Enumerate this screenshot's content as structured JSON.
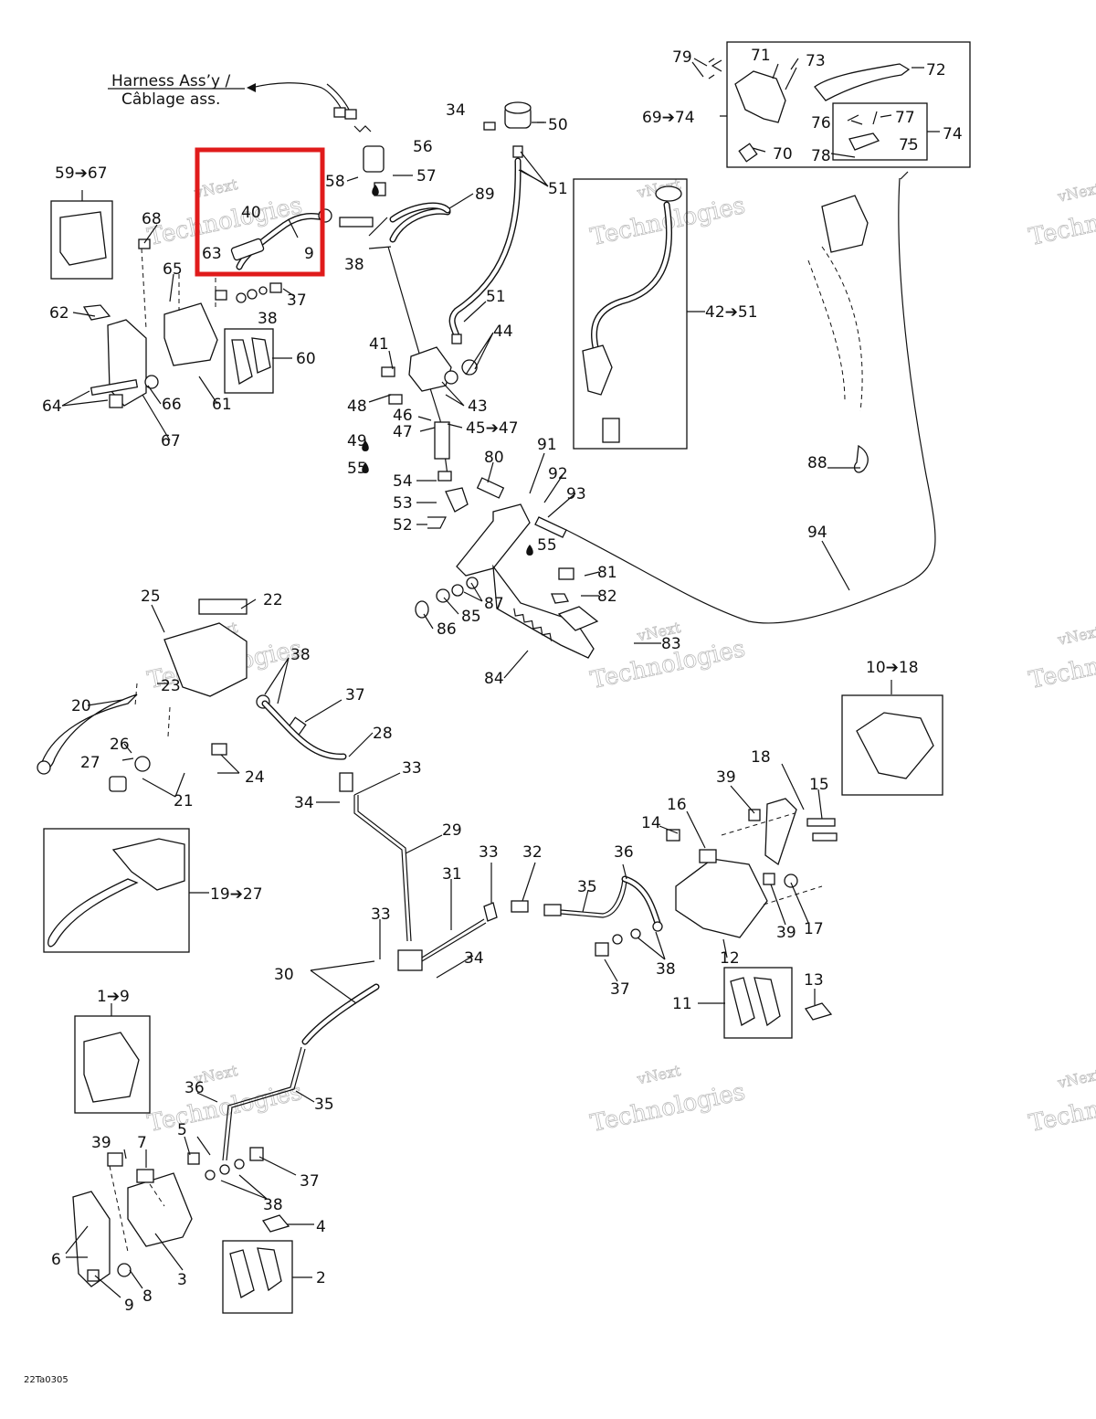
{
  "diagram": {
    "harness_label": [
      "Harness Ass’y /",
      "Câblage ass."
    ],
    "drawing_code": "22Ta0305",
    "watermark": [
      "vNext",
      "Technologies",
      "vNext Technologies"
    ],
    "highlight_color": "#e01b1b",
    "callouts": {
      "c79": "79",
      "c71": "71",
      "c73": "73",
      "c72": "72",
      "c69_74": "69➔74",
      "c76": "76",
      "c77": "77",
      "c74": "74",
      "c75": "75",
      "c70": "70",
      "c78": "78",
      "c34a": "34",
      "c50": "50",
      "c51a": "51",
      "c56": "56",
      "c58": "58",
      "c57": "57",
      "c89": "89",
      "c40": "40",
      "c9a": "9",
      "c63": "63",
      "c38a": "38",
      "c37a": "37",
      "c38b": "38",
      "c59_67": "59➔67",
      "c68": "68",
      "c65": "65",
      "c62": "62",
      "c60": "60",
      "c64": "64",
      "c66": "66",
      "c61": "61",
      "c67": "67",
      "c51b": "51",
      "c44": "44",
      "c42_51": "42➔51",
      "c41": "41",
      "c48": "48",
      "c43": "43",
      "c46": "46",
      "c47": "47",
      "c45_47": "45➔47",
      "c49": "49",
      "c55a": "55",
      "c54": "54",
      "c53": "53",
      "c52": "52",
      "c80": "80",
      "c91": "91",
      "c92": "92",
      "c93": "93",
      "c55b": "55",
      "c81": "81",
      "c82": "82",
      "c87": "87",
      "c85": "85",
      "c86": "86",
      "c84": "84",
      "c83": "83",
      "c88": "88",
      "c94": "94",
      "c25": "25",
      "c22": "22",
      "c38c": "38",
      "c23": "23",
      "c20": "20",
      "c37b": "37",
      "c28": "28",
      "c26": "26",
      "c27": "27",
      "c24": "24",
      "c21": "21",
      "c33a": "33",
      "c34b": "34",
      "c29": "29",
      "c19_27": "19➔27",
      "c10_18": "10➔18",
      "c18": "18",
      "c15": "15",
      "c39a": "39",
      "c16": "16",
      "c14": "14",
      "c36": "36",
      "c33b": "33",
      "c32": "32",
      "c31": "31",
      "c35a": "35",
      "c33c": "33",
      "c34c": "34",
      "c39b": "39",
      "c17": "17",
      "c12": "12",
      "c38d": "38",
      "c37c": "37",
      "c30": "30",
      "c13": "13",
      "c11": "11",
      "c1_9": "1➔9",
      "c36b": "36",
      "c35b": "35",
      "c39c": "39",
      "c7": "7",
      "c5": "5",
      "c37d": "37",
      "c38e": "38",
      "c4": "4",
      "c6": "6",
      "c3": "3",
      "c8": "8",
      "c9b": "9",
      "c2": "2"
    }
  }
}
